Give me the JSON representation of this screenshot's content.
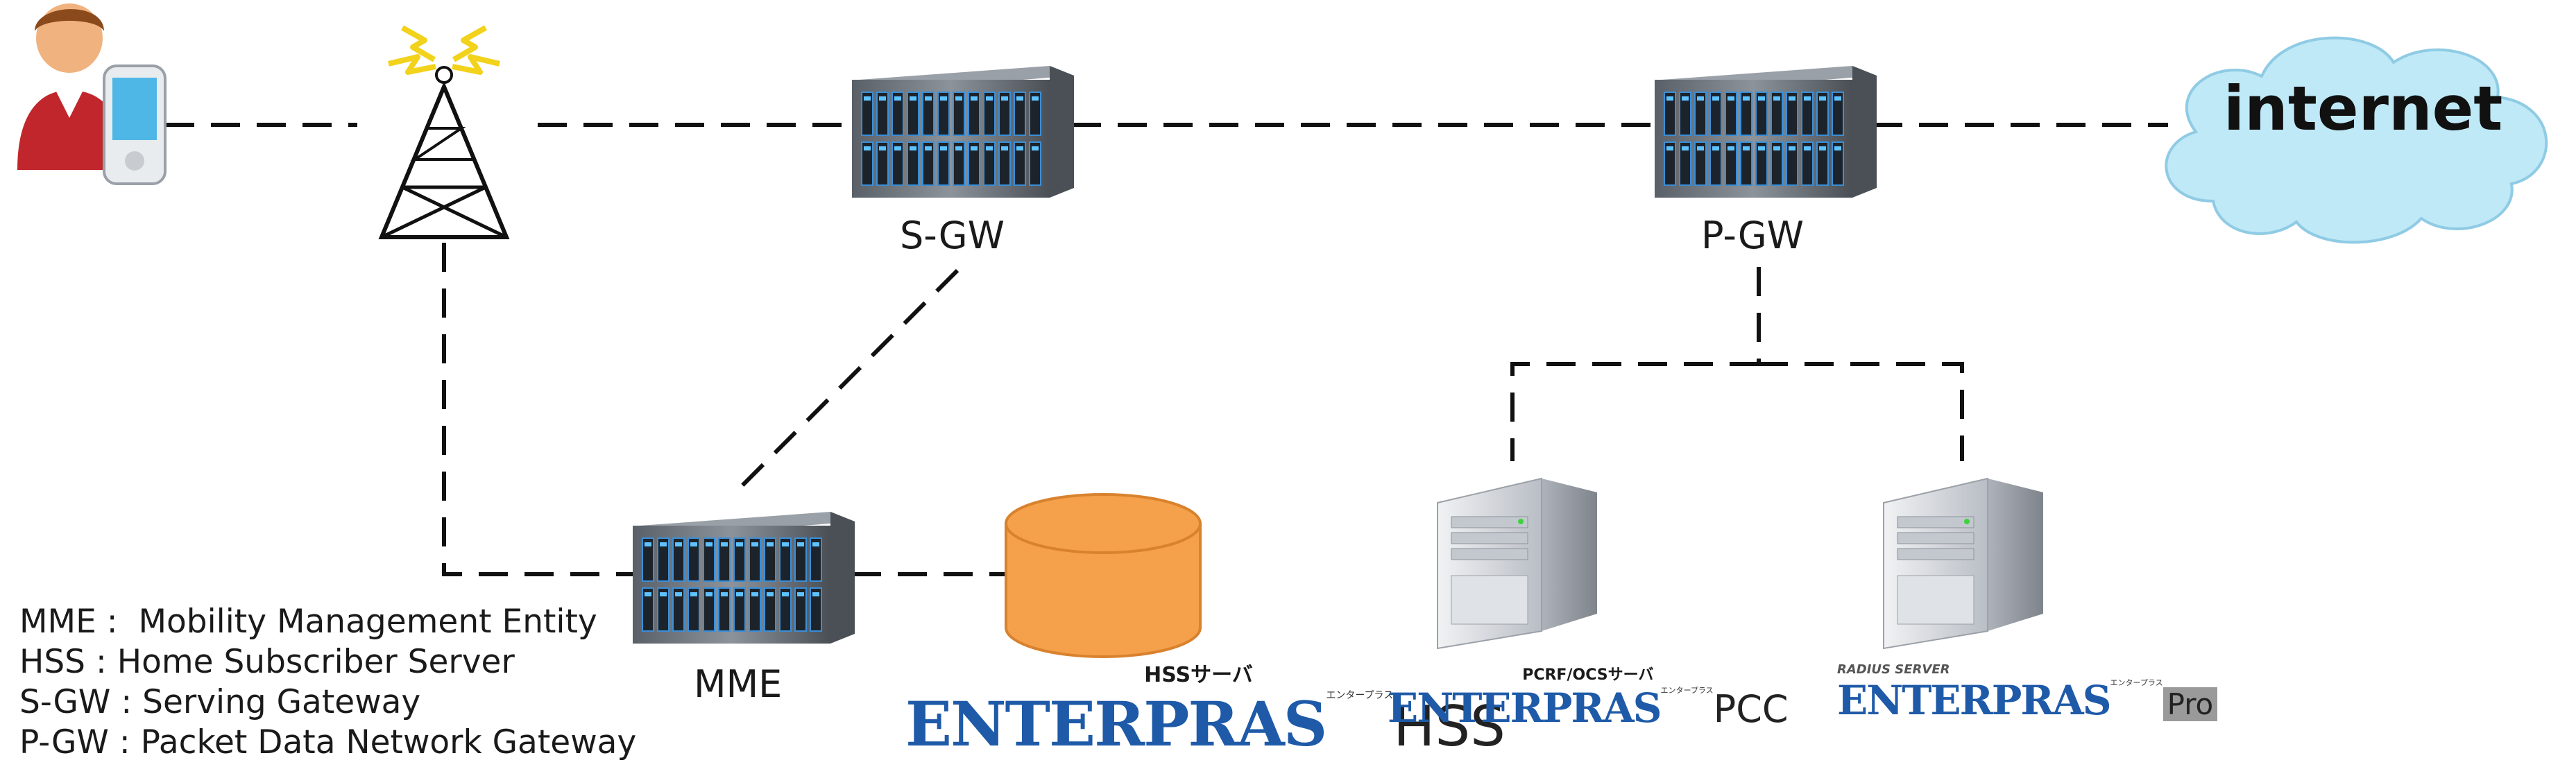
{
  "nodes": {
    "sgw": {
      "label": "S-GW"
    },
    "pgw": {
      "label": "P-GW"
    },
    "mme": {
      "label": "MME"
    },
    "internet": {
      "label": "internet"
    }
  },
  "legend": [
    "MME :  Mobility Management Entity",
    "HSS : Home Subscriber Server",
    "S-GW : Serving Gateway",
    "P-GW : Packet Data Network Gateway"
  ],
  "products": {
    "hss": {
      "caption": "HSSサーバ",
      "brand": "ENTERPRAS",
      "tag": "エンタープラス",
      "suffix": "HSS"
    },
    "pcc": {
      "caption": "PCRF/OCSサーバ",
      "brand": "ENTERPRAS",
      "tag": "エンタープラス",
      "suffix": "PCC"
    },
    "pro": {
      "caption": "RADIUS SERVER",
      "brand": "ENTERPRAS",
      "tag": "エンタープラス",
      "suffix": "Pro"
    }
  },
  "colors": {
    "line": "#111111",
    "hss_db": "#f5a04a",
    "cloud": "#bfe9f7",
    "brand": "#1e5aa8"
  },
  "icons": [
    "user-phone-icon",
    "antenna-tower-icon",
    "blade-server-icon",
    "tower-server-icon",
    "database-icon",
    "cloud-icon"
  ]
}
